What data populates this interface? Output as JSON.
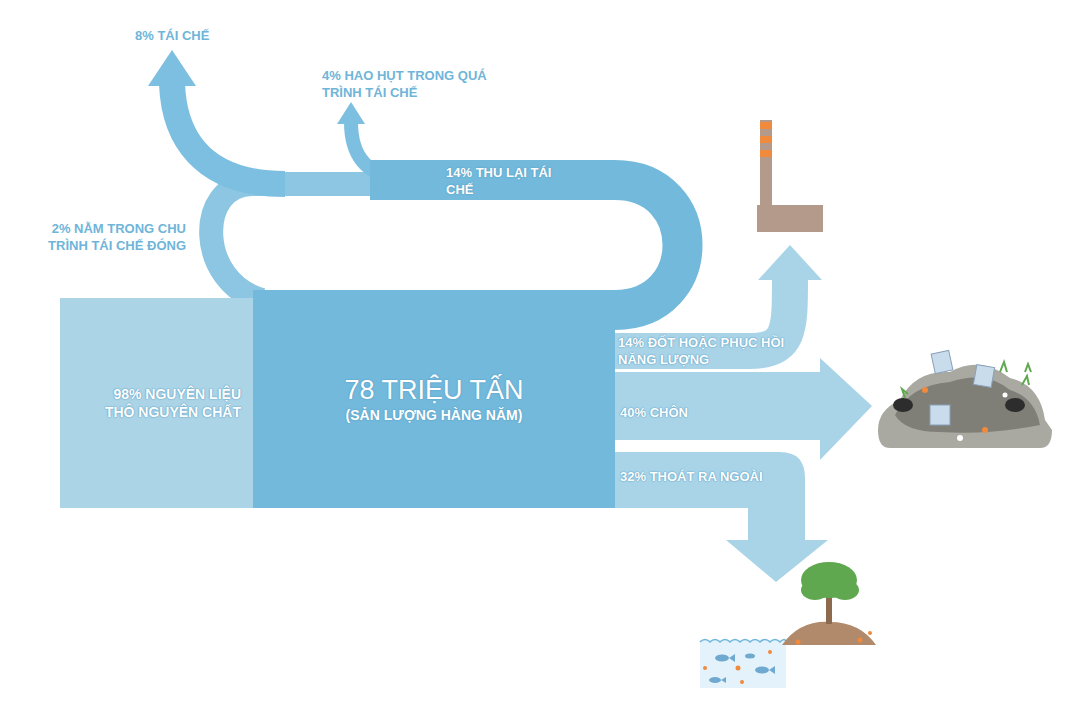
{
  "diagram": {
    "nodes": [
      {
        "text": [
          "98% NGUYÊN LIỆU THÔ NGUYÊN CHẤT"
        ]
      },
      {
        "text": [
          "78 TRIỆU TẤN",
          "(SẢN LƯỢNG HÀNG NĂM)"
        ]
      }
    ],
    "labels": [
      "8% TÁI CHẾ",
      "4% HAO HỤT TRONG QUÁ TRÌNH TÁI CHẾ",
      "14% THU LẠI TÁI CHẾ",
      "2% NẰM TRONG CHU TRÌNH TÁI CHẾ ĐÓNG",
      "14% ĐỐT HOẶC PHỤC HỒI NĂNG LƯỢNG",
      "40% CHÔN",
      "32% THOÁT RA NGOÀI"
    ]
  }
}
